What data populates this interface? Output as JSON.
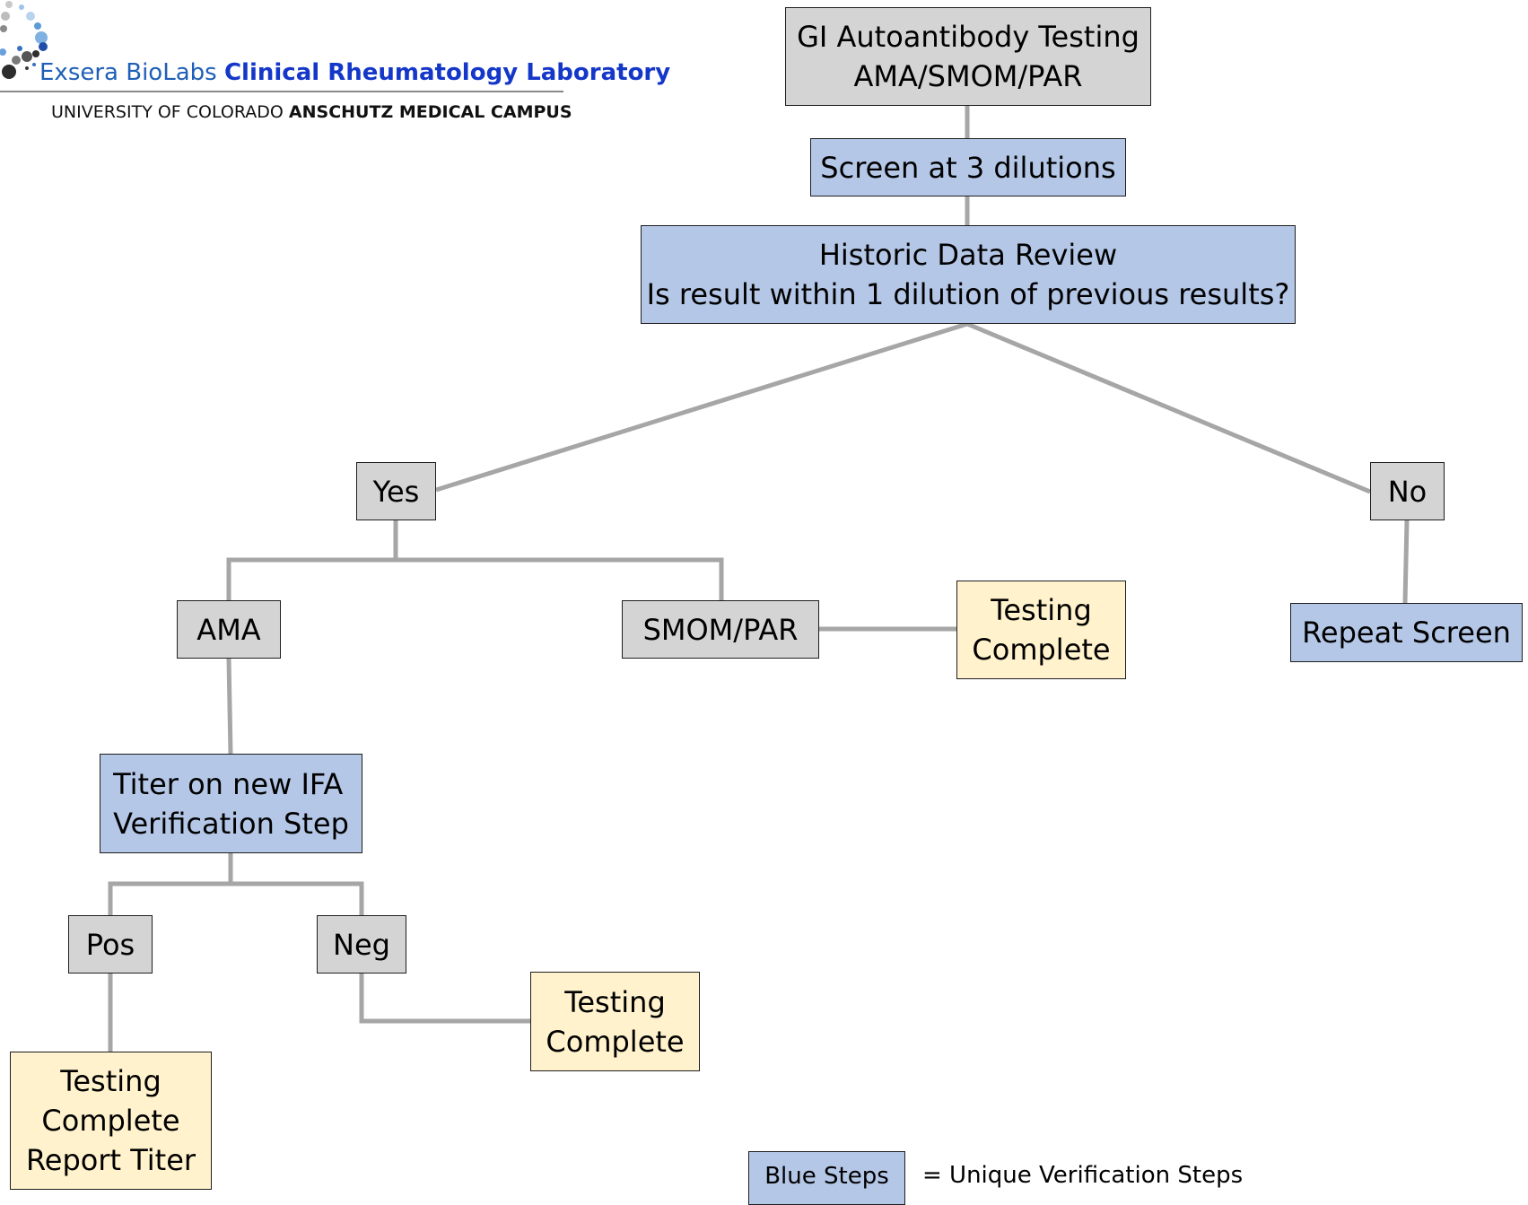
{
  "logo": {
    "brand": "Exsera BioLabs",
    "lab": "Clinical Rheumatology Laboratory",
    "university": "UNIVERSITY OF COLORADO",
    "campus": "ANSCHUTZ MEDICAL CAMPUS"
  },
  "nodes": {
    "gi_testing": {
      "line1": "GI Autoantibody Testing",
      "line2": "AMA/SMOM/PAR",
      "color": "gray"
    },
    "screen": {
      "line1": "Screen at 3 dilutions",
      "color": "blue"
    },
    "historic_review": {
      "line1": "Historic Data Review",
      "line2": "Is result within 1 dilution of previous results?",
      "color": "blue"
    },
    "yes": {
      "line1": "Yes",
      "color": "gray"
    },
    "no": {
      "line1": "No",
      "color": "gray"
    },
    "ama": {
      "line1": "AMA",
      "color": "gray"
    },
    "smom_par": {
      "line1": "SMOM/PAR",
      "color": "gray"
    },
    "testing_complete_smom": {
      "line1": "Testing",
      "line2": "Complete",
      "color": "yellow"
    },
    "repeat_screen": {
      "line1": "Repeat Screen",
      "color": "blue"
    },
    "titer_ifa": {
      "line1": "Titer on new IFA",
      "line2": "Verification Step",
      "color": "blue"
    },
    "pos": {
      "line1": "Pos",
      "color": "gray"
    },
    "neg": {
      "line1": "Neg",
      "color": "gray"
    },
    "testing_complete_neg": {
      "line1": "Testing",
      "line2": "Complete",
      "color": "yellow"
    },
    "testing_complete_report": {
      "line1": "Testing",
      "line2": "Complete",
      "line3": "Report Titer",
      "color": "yellow"
    }
  },
  "edges": [
    [
      "gi_testing",
      "screen"
    ],
    [
      "screen",
      "historic_review"
    ],
    [
      "historic_review",
      "yes"
    ],
    [
      "historic_review",
      "no"
    ],
    [
      "yes",
      "ama"
    ],
    [
      "yes",
      "smom_par"
    ],
    [
      "smom_par",
      "testing_complete_smom"
    ],
    [
      "no",
      "repeat_screen"
    ],
    [
      "ama",
      "titer_ifa"
    ],
    [
      "titer_ifa",
      "pos"
    ],
    [
      "titer_ifa",
      "neg"
    ],
    [
      "neg",
      "testing_complete_neg"
    ],
    [
      "pos",
      "testing_complete_report"
    ]
  ],
  "legend": {
    "box_label": "Blue Steps",
    "description": "= Unique Verification Steps"
  },
  "colors": {
    "gray": "#d4d4d4",
    "blue": "#b4c7e7",
    "yellow": "#fff2cc",
    "connector": "#a6a6a6",
    "logo_brand": "#1f5fb8",
    "logo_lab": "#1437c9"
  }
}
